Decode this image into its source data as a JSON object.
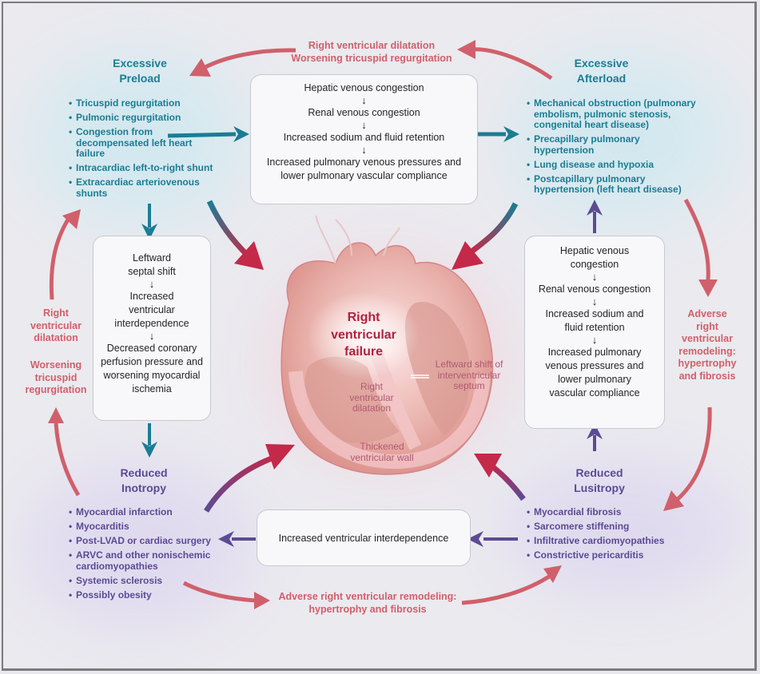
{
  "colors": {
    "preload_teal": "#1a7d93",
    "inotropy_purple": "#5c4a94",
    "remodeling_red": "#d0606b",
    "failure_crimson": "#b3203f",
    "box_bg": "#f8f8fa",
    "background": "#e9e8ee"
  },
  "excessive_preload": {
    "title_line1": "Excessive",
    "title_line2": "Preload",
    "items": [
      "Tricuspid regurgitation",
      "Pulmonic regurgitation",
      "Congestion from decompensated left heart failure",
      "Intracardiac left-to-right shunt",
      "Extracardiac arteriovenous shunts"
    ]
  },
  "excessive_afterload": {
    "title_line1": "Excessive",
    "title_line2": "Afterload",
    "items": [
      "Mechanical obstruction (pulmonary embolism, pulmonic stenosis, congenital heart disease)",
      "Precapillary pulmonary hypertension",
      "Lung disease and hypoxia",
      "Postcapillary pulmonary hypertension (left heart disease)"
    ]
  },
  "reduced_inotropy": {
    "title_line1": "Reduced",
    "title_line2": "Inotropy",
    "items": [
      "Myocardial infarction",
      "Myocarditis",
      "Post-LVAD or cardiac surgery",
      "ARVC and other nonischemic cardiomyopathies",
      "Systemic sclerosis",
      "Possibly obesity"
    ]
  },
  "reduced_lusitropy": {
    "title_line1": "Reduced",
    "title_line2": "Lusitropy",
    "items": [
      "Myocardial fibrosis",
      "Sarcomere stiffening",
      "Infiltrative cardiomyopathies",
      "Constrictive pericarditis"
    ]
  },
  "top_box": {
    "steps": [
      "Hepatic venous congestion",
      "Renal venous congestion",
      "Increased sodium and fluid retention",
      "Increased pulmonary venous pressures and lower pulmonary vascular compliance"
    ]
  },
  "left_box": {
    "steps": [
      "Leftward septal shift",
      "Increased ventricular interdependence",
      "Decreased coronary perfusion pressure and worsening myocardial ischemia"
    ]
  },
  "right_box": {
    "steps": [
      "Hepatic venous congestion",
      "Renal venous congestion",
      "Increased sodium and fluid retention",
      "Increased pulmonary venous pressures and lower pulmonary vascular compliance"
    ]
  },
  "bottom_box": {
    "text": "Increased ventricular interdependence"
  },
  "cycle_labels": {
    "top_line1": "Right ventricular dilatation",
    "top_line2": "Worsening tricuspid regurgitation",
    "left_line1": "Right ventricular dilatation",
    "left_line2": "Worsening tricuspid regurgitation",
    "right": "Adverse right ventricular remodeling: hypertrophy and fibrosis",
    "bottom": "Adverse right ventricular remodeling: hypertrophy and fibrosis"
  },
  "heart": {
    "center_label": "Right ventricular failure",
    "dilatation_label": "Right ventricular dilatation",
    "septum_label": "Leftward shift of interventricular septum",
    "wall_label": "Thickened ventricular wall"
  },
  "arrow_glyph": "↓"
}
